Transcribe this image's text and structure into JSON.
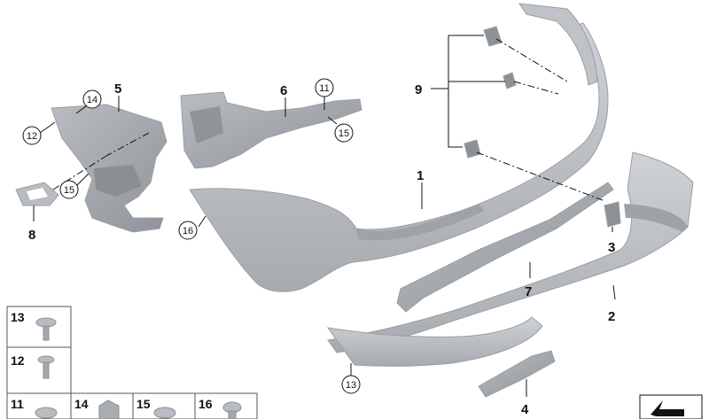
{
  "diagram": {
    "callouts": {
      "p1": "1",
      "p2": "2",
      "p3": "3",
      "p4": "4",
      "p5": "5",
      "p6": "6",
      "p7": "7",
      "p8": "8",
      "p9": "9",
      "c11": "11",
      "c12": "12",
      "c13": "13",
      "c14": "14",
      "c15a": "15",
      "c15b": "15",
      "c16": "16"
    },
    "legend": {
      "r13": "13",
      "r12": "12",
      "r11": "11",
      "r14": "14",
      "r15": "15",
      "r16": "16"
    },
    "colors": {
      "part": "#c4c7cb",
      "part_dark": "#a9adb2",
      "line": "#111111",
      "grid": "#555555"
    },
    "icons": [
      "view-direction-icon"
    ]
  }
}
